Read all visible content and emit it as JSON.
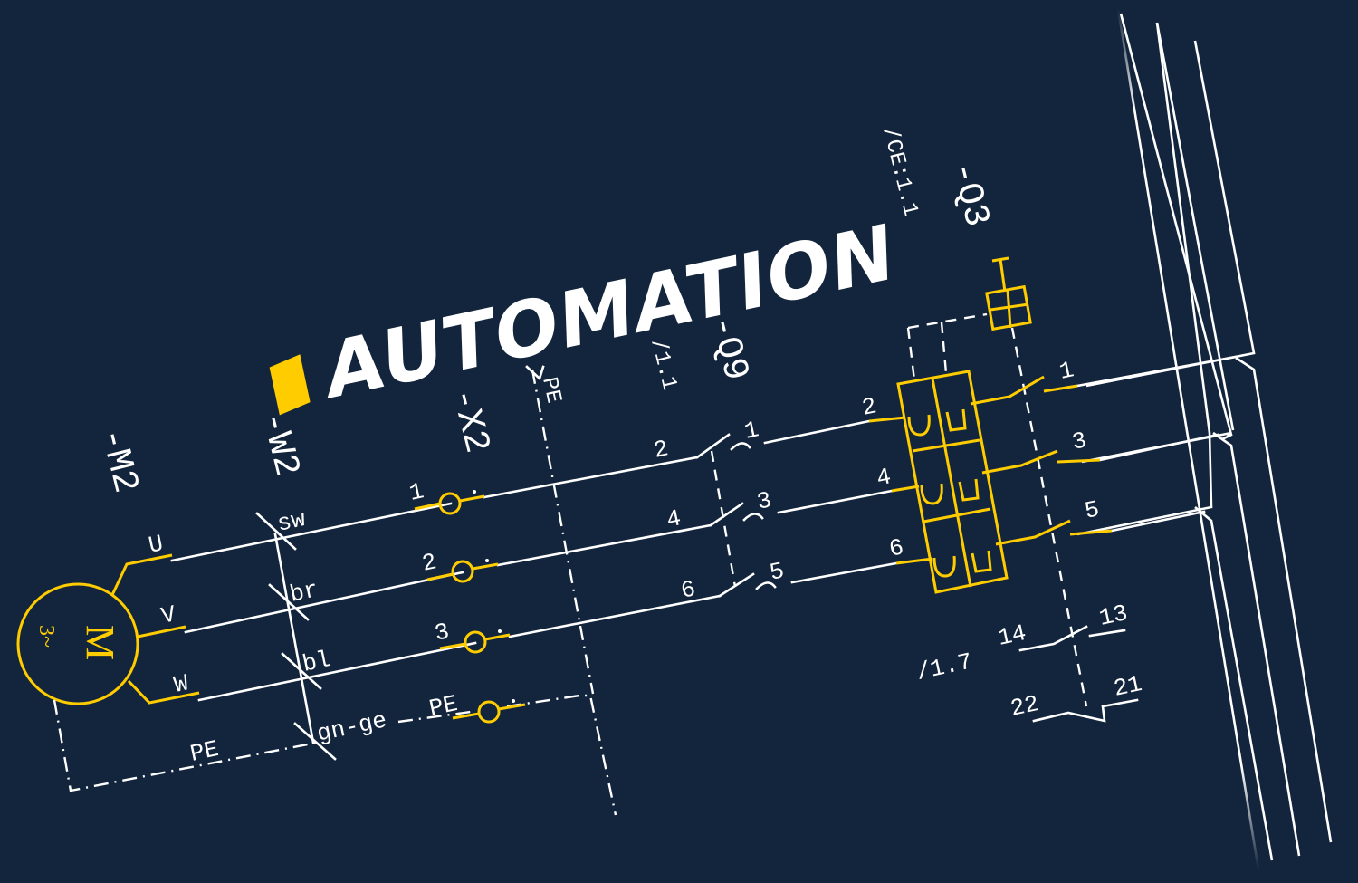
{
  "title": {
    "text": "AUTOMATION",
    "accent_color": "#ffcc00"
  },
  "colors": {
    "background": "#13253c",
    "line": "#ffffff",
    "accent": "#ffcc00"
  },
  "motor": {
    "designation": "-M2",
    "symbol": "M",
    "phase_label": "3~",
    "terminals": [
      "U",
      "V",
      "W"
    ]
  },
  "cable": {
    "designation": "-W2",
    "cores": [
      "sw",
      "br",
      "bl",
      "gn-ge"
    ],
    "pe_label": "PE"
  },
  "terminal_strip": {
    "designation": "-X2",
    "terminals": [
      "1",
      "2",
      "3",
      "PE"
    ]
  },
  "pe_bus": {
    "label": "PE",
    "bottom_label": "PE"
  },
  "switch_q9": {
    "designation": "-Q9",
    "reference": "/1.1",
    "contacts": [
      {
        "in": "2",
        "out": "1"
      },
      {
        "in": "4",
        "out": "3"
      },
      {
        "in": "6",
        "out": "5"
      }
    ]
  },
  "breaker_q3": {
    "designation": "-Q3",
    "reference": "/CE:1.1",
    "inputs": [
      "2",
      "4",
      "6"
    ],
    "outputs": [
      "1",
      "3",
      "5"
    ],
    "aux_reference": "/1.7",
    "aux_no": {
      "a": "14",
      "b": "13"
    },
    "aux_nc": {
      "a": "22",
      "b": "21"
    }
  }
}
